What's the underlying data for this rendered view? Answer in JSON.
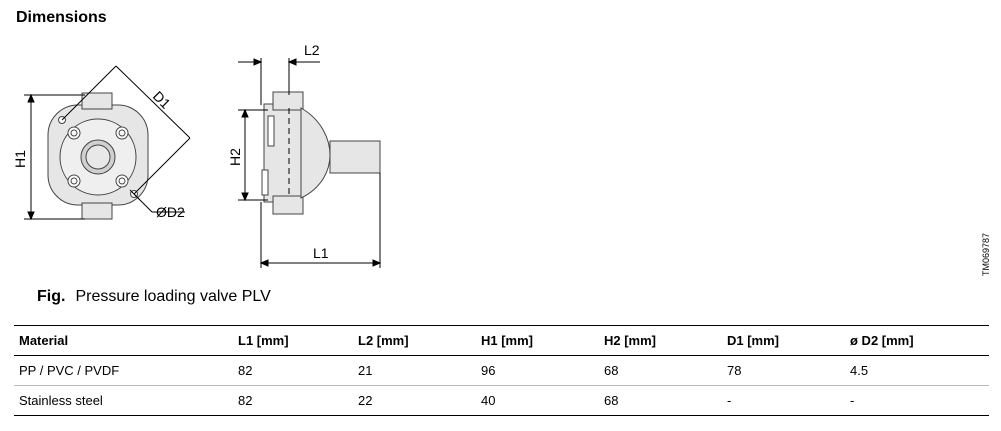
{
  "section_title": "Dimensions",
  "figure": {
    "labels": {
      "d1": "D1",
      "h1": "H1",
      "d2": "ØD2",
      "l2": "L2",
      "h2": "H2",
      "l1": "L1"
    },
    "drawing_id": "TM069787"
  },
  "caption": {
    "label": "Fig.",
    "text": "Pressure loading valve PLV"
  },
  "table": {
    "headers": [
      "Material",
      "L1 [mm]",
      "L2 [mm]",
      "H1 [mm]",
      "H2 [mm]",
      "D1 [mm]",
      "ø D2 [mm]"
    ],
    "rows": [
      [
        "PP / PVC / PVDF",
        "82",
        "21",
        "96",
        "68",
        "78",
        "4.5"
      ],
      [
        "Stainless steel",
        "82",
        "22",
        "40",
        "68",
        "-",
        "-"
      ]
    ]
  }
}
